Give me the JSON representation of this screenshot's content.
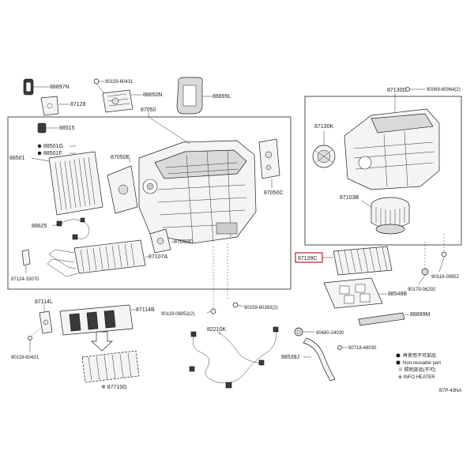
{
  "labels": {
    "p88897n": "88897N",
    "p90159_60431": "90159-60431",
    "p88650n": "88650N",
    "p88899l": "88899L",
    "p87128": "87128",
    "p87050": "87050",
    "p88515": "88515",
    "p88501g": "88501G",
    "p88501f": "88501F",
    "p88501": "88501",
    "p87050e": "87050E",
    "p87050c": "87050C",
    "p88625": "88625",
    "p87050d": "87050D",
    "p87107a": "87107A",
    "p87124_33070": "87124-33070",
    "p87130d": "87130D",
    "p90069_60964": "90069-60964(2)",
    "p87130k": "87130K",
    "p87103b": "87103B",
    "p87139c": "87139C",
    "p90119_06952_r": "90119-06952",
    "p90179_06292": "90179-06292",
    "p88548b": "88548B",
    "p88899m": "88899M",
    "p87114l": "87114L",
    "p87114b": "87114B",
    "p90119_06952_2": "90119-06952(2)",
    "p90159_60383": "90159-60383(2)",
    "p90119_60431": "90119-60431",
    "p82210k": "82210K",
    "p90480_24030": "90480-24030",
    "p88539j": "88539J",
    "p90718_48030": "90718-48030",
    "p87710g": "※ 87710G",
    "diagram_ref": "B7P-43NA"
  },
  "legend": {
    "line1": "再使用不可部品",
    "line2": "Non-reusable part",
    "line3": "※ 照明部品(不可)",
    "line4": "※ INFO HEATER"
  },
  "colors": {
    "highlight": "#c0182b",
    "line": "#333333"
  }
}
